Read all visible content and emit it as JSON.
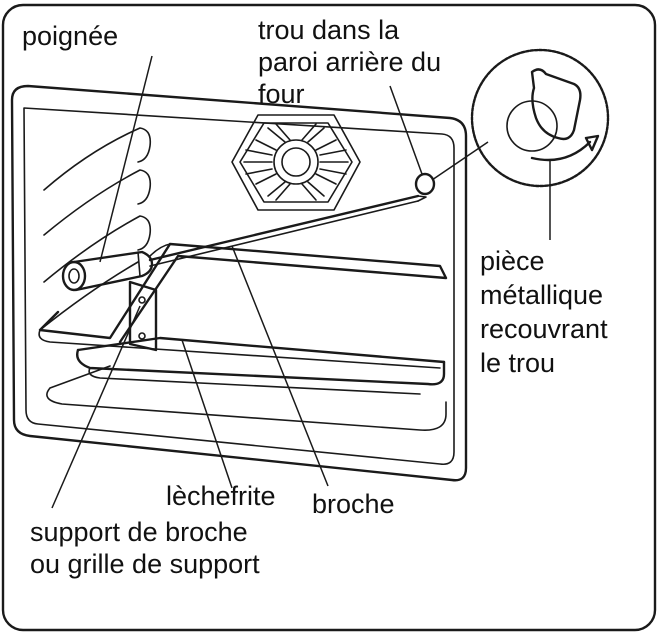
{
  "labels": {
    "handle": "poignée",
    "hole_line1": "trou dans la",
    "hole_line2": "paroi arrière du",
    "hole_line3": "four",
    "plate_line1": "pièce",
    "plate_line2": "métallique",
    "plate_line3": "recouvrant",
    "plate_line4": "le trou",
    "drip_pan": "lèchefrite",
    "spit": "broche",
    "support_line1": "support de broche",
    "support_line2": "ou grille de support"
  }
}
